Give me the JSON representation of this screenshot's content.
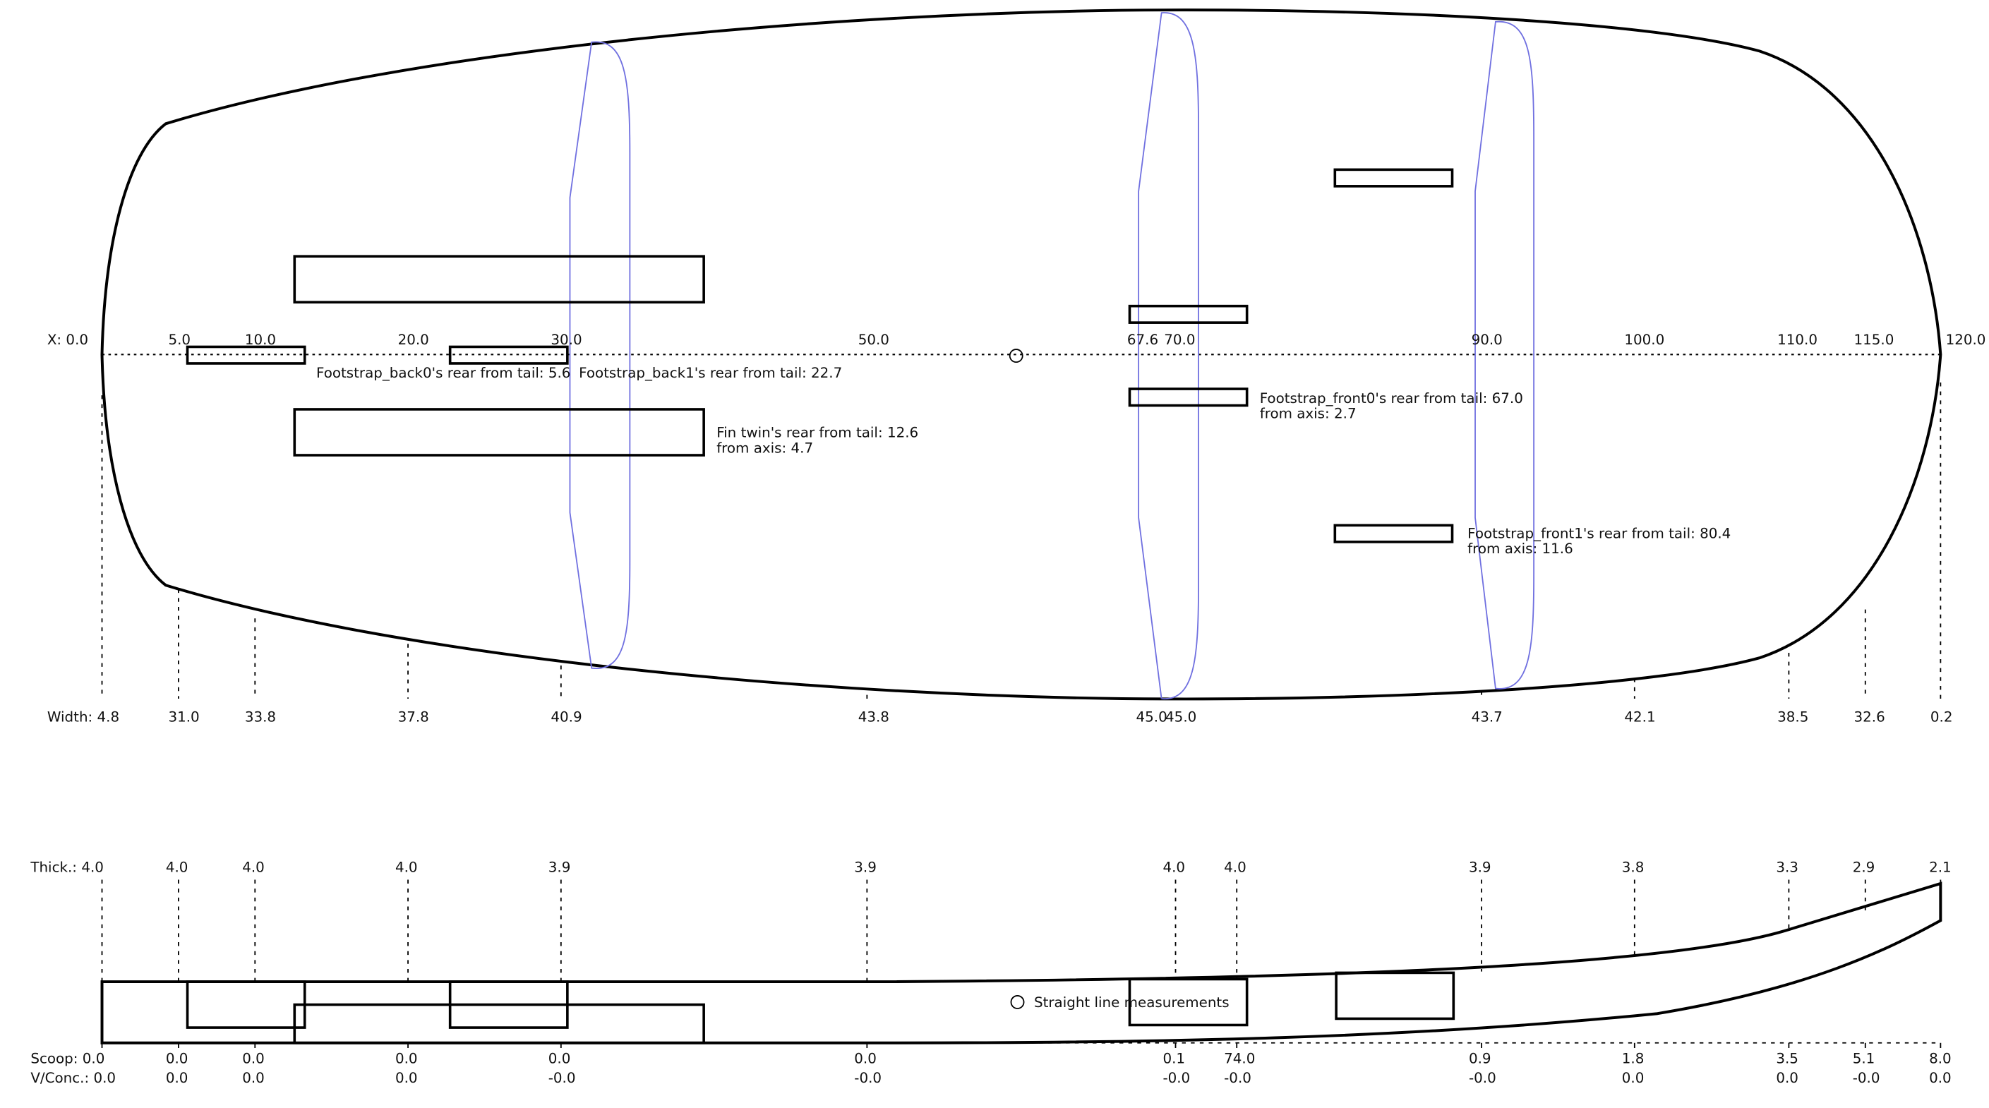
{
  "plan": {
    "x_labels": [
      "X: 0.0",
      "5.0",
      "10.0",
      "20.0",
      "30.0",
      "50.0",
      "67.6",
      "70.0",
      "90.0",
      "100.0",
      "110.0",
      "115.0",
      "120.0"
    ],
    "width_labels": [
      "Width: 4.8",
      "31.0",
      "33.8",
      "37.8",
      "40.9",
      "43.8",
      "45.0",
      "45.0",
      "43.7",
      "42.1",
      "38.5",
      "32.6",
      "0.2"
    ],
    "annotations": {
      "back0": "Footstrap_back0's rear from tail: 5.6",
      "back1": "Footstrap_back1's rear from tail: 22.7",
      "fin_twin_1": "Fin twin's rear from tail: 12.6",
      "fin_twin_2": "from axis: 4.7",
      "front0_1": "Footstrap_front0's rear from tail: 67.0",
      "front0_2": "from axis: 2.7",
      "front1_1": "Footstrap_front1's rear from tail: 80.4",
      "front1_2": "from axis: 11.6"
    }
  },
  "profile": {
    "thick_labels": [
      "Thick.: 4.0",
      "4.0",
      "4.0",
      "4.0",
      "3.9",
      "3.9",
      "4.0",
      "4.0",
      "3.9",
      "3.8",
      "3.3",
      "2.9",
      "2.1"
    ],
    "scoop_labels": [
      "Scoop: 0.0",
      "0.0",
      "0.0",
      "0.0",
      "0.0",
      "0.0",
      "0.1",
      "74.0",
      "0.9",
      "1.8",
      "3.5",
      "5.1",
      "8.0"
    ],
    "vconc_labels": [
      "V/Conc.: 0.0",
      "0.0",
      "0.0",
      "0.0",
      "-0.0",
      "-0.0",
      "-0.0",
      "-0.0",
      "-0.0",
      "0.0",
      "0.0",
      "-0.0",
      "0.0"
    ],
    "straight_line_label": "Straight line measurements"
  },
  "colors": {
    "outline": "#000000",
    "fins": "#7070e0"
  }
}
